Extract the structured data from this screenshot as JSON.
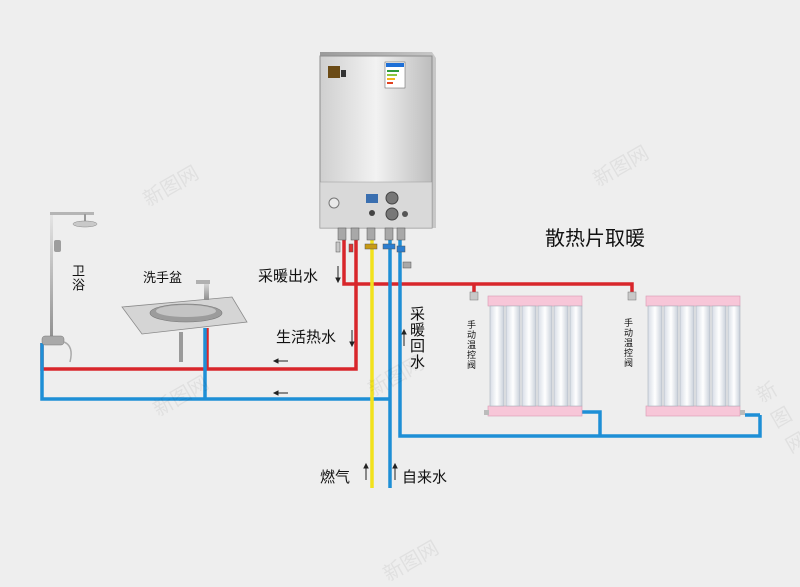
{
  "title": "散热片取暖",
  "labels": {
    "bathroom": "卫浴",
    "sink": "洗手盆",
    "heating_out": "采暖出水",
    "domestic_hot": "生活热水",
    "heating_return": "采暖回水",
    "gas": "燃气",
    "tap_water": "自来水",
    "valve_left": "手动温控阀",
    "valve_right": "手动温控阀"
  },
  "watermark": "新图网",
  "colors": {
    "hot_pipe": "#d8262b",
    "cold_pipe": "#1e8fd6",
    "gas_pipe": "#f2e21c",
    "background": "#eeeeee",
    "radiator_pink": "#f7c6d8"
  }
}
